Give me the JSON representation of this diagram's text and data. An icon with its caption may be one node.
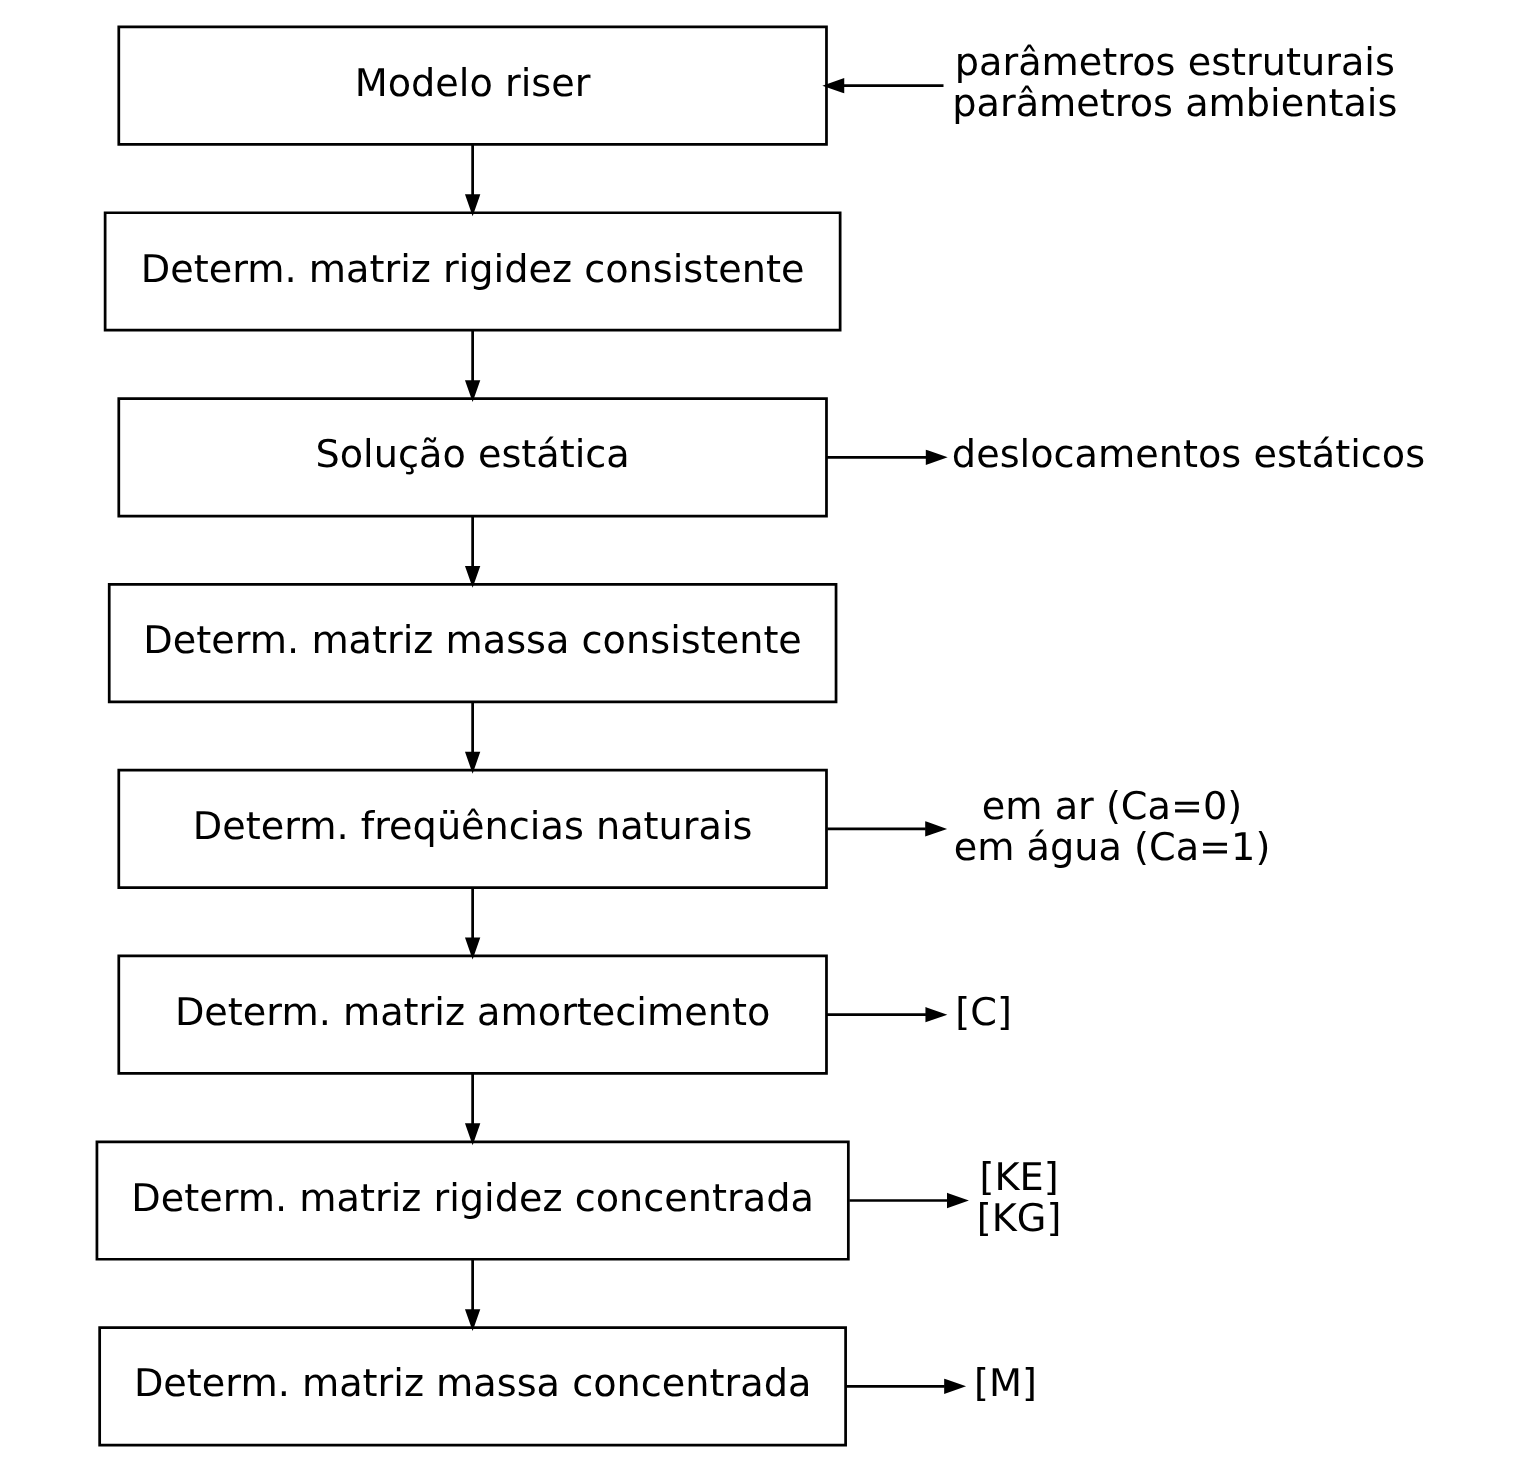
{
  "diagram": {
    "nodes": [
      {
        "text": [
          "Modelo riser"
        ]
      },
      {
        "text": [
          "Determ. matriz rigidez consistente"
        ]
      },
      {
        "text": [
          "Solução estática"
        ]
      },
      {
        "text": [
          "Determ. matriz massa consistente"
        ]
      },
      {
        "text": [
          "Determ. freqüências naturais"
        ]
      },
      {
        "text": [
          "Determ. matriz amortecimento"
        ]
      },
      {
        "text": [
          "Determ. matriz rigidez concentrada"
        ]
      },
      {
        "text": [
          "Determ. matriz massa concentrada"
        ]
      },
      {
        "text": [
          "parâmetros estruturais",
          "parâmetros ambientais"
        ]
      },
      {
        "text": [
          "deslocamentos estáticos"
        ]
      },
      {
        "text": [
          "em ar (Ca=0)",
          "em água (Ca=1)"
        ]
      },
      {
        "text": [
          "[C]"
        ]
      },
      {
        "text": [
          "[KE]",
          "[KG]"
        ]
      },
      {
        "text": [
          "[M]"
        ]
      }
    ],
    "edges": [
      {
        "from": 0,
        "to": 1,
        "arrow": "to"
      },
      {
        "from": 1,
        "to": 2,
        "arrow": "to"
      },
      {
        "from": 2,
        "to": 3,
        "arrow": "to"
      },
      {
        "from": 3,
        "to": 4,
        "arrow": "to"
      },
      {
        "from": 4,
        "to": 5,
        "arrow": "to"
      },
      {
        "from": 5,
        "to": 6,
        "arrow": "to"
      },
      {
        "from": 6,
        "to": 7,
        "arrow": "to"
      },
      {
        "from": 8,
        "to": 0,
        "arrow": "to"
      },
      {
        "from": 2,
        "to": 9,
        "arrow": "to"
      },
      {
        "from": 4,
        "to": 10,
        "arrow": "to"
      },
      {
        "from": 5,
        "to": 11,
        "arrow": "to"
      },
      {
        "from": 6,
        "to": 12,
        "arrow": "to"
      },
      {
        "from": 7,
        "to": 13,
        "arrow": "to"
      }
    ]
  }
}
